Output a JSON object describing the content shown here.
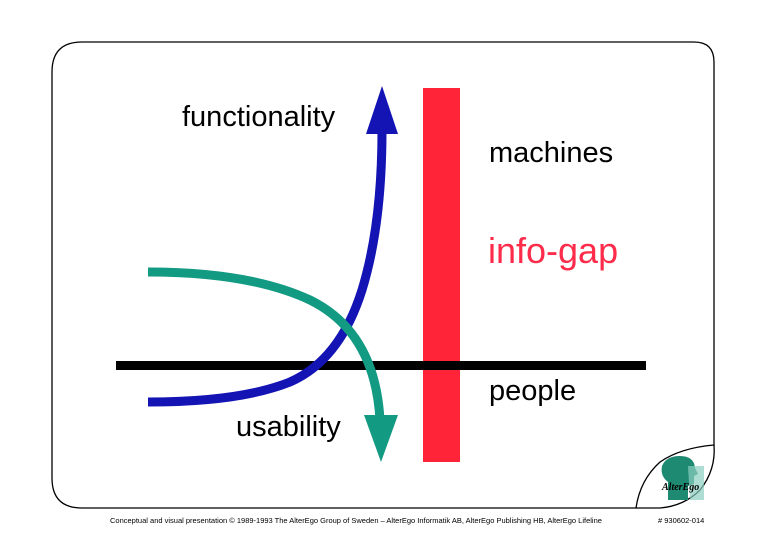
{
  "labels": {
    "functionality": "functionality",
    "usability": "usability",
    "machines": "machines",
    "info_gap": "info-gap",
    "people": "people"
  },
  "footer": {
    "credit": "Conceptual and visual presentation © 1989-1993 The AlterEgo Group of Sweden – AlterEgo Informatik AB, AlterEgo Publishing HB, AlterEgo Lifeline",
    "doc_id": "# 930602-014"
  },
  "logo": {
    "text": "AlterEgo",
    "icon": "head-silhouette-icon"
  },
  "colors": {
    "functionality_curve": "#1414b4",
    "usability_curve": "#139a83",
    "gap_bar": "#ff2438",
    "info_gap_text": "#ff2b4a",
    "baseline": "#000000",
    "frame": "#000000"
  }
}
